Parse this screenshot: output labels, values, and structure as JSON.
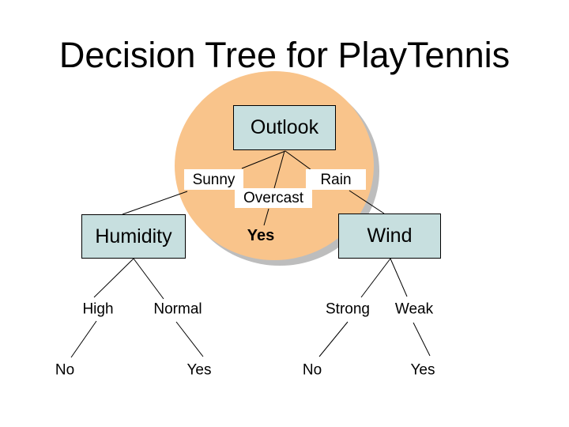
{
  "title": "Decision Tree for PlayTennis",
  "colors": {
    "background": "#ffffff",
    "node_fill": "#c7dfdf",
    "node_border": "#000000",
    "circle_fill": "#f9c48b",
    "circle_shadow": "#bdbdbd",
    "branch_label_bg": "#ffffff",
    "text": "#000000"
  },
  "tree": {
    "root": "Outlook",
    "branches": {
      "sunny": "Sunny",
      "overcast": "Overcast",
      "rain": "Rain"
    },
    "overcast_leaf": "Yes",
    "humidity": {
      "node": "Humidity",
      "high": "High",
      "normal": "Normal",
      "high_leaf": "No",
      "normal_leaf": "Yes"
    },
    "wind": {
      "node": "Wind",
      "strong": "Strong",
      "weak": "Weak",
      "strong_leaf": "No",
      "weak_leaf": "Yes"
    }
  }
}
